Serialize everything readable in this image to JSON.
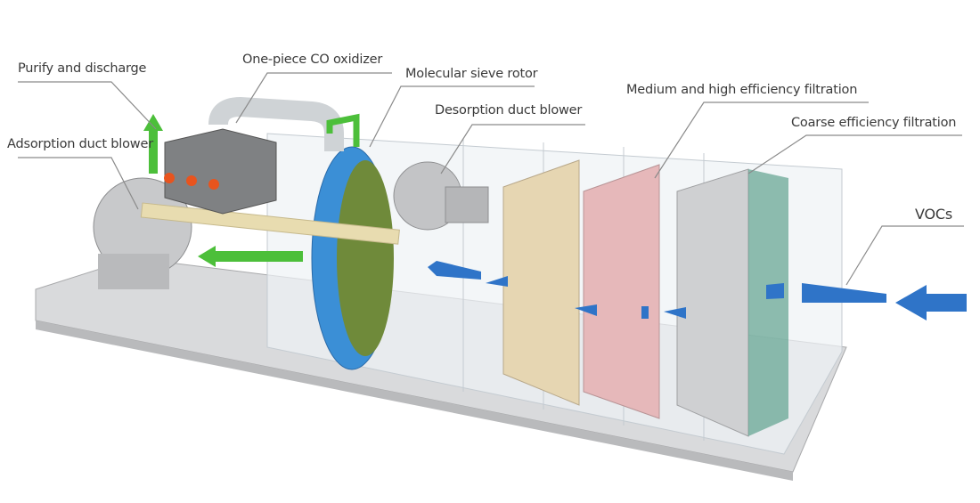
{
  "labels": {
    "purify": "Purify and discharge",
    "co_oxidizer": "One-piece CO oxidizer",
    "rotor": "Molecular sieve rotor",
    "desorption_blower": "Desorption duct blower",
    "medium_high": "Medium and high efficiency filtration",
    "coarse": "Coarse efficiency filtration",
    "adsorption_blower": "Adsorption duct blower",
    "vocs": "VOCs"
  },
  "colors": {
    "clean_air": "#4cbf3a",
    "voc_air": "#2f74c8",
    "heat": "#e8541e",
    "rotor": "#3b8fd6",
    "medium_filter": "#e8d8b4",
    "high_filter": "#e8b8bc",
    "coarse_filter": "#c9c9c9",
    "leader_line": "#8a8a8a"
  }
}
